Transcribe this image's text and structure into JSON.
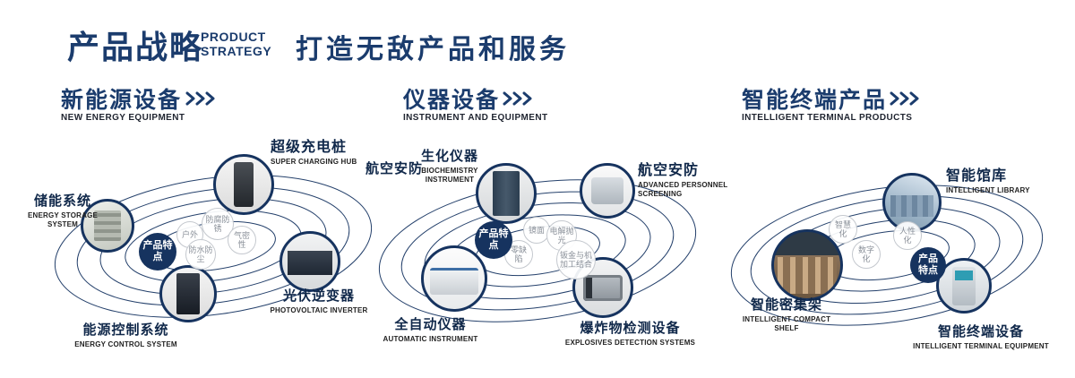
{
  "colors": {
    "brand_navy": "#1b3c6d",
    "badge_navy": "#16335f"
  },
  "header": {
    "title_cn": "产品战略",
    "title_en_line1": "PRODUCT",
    "title_en_line2": "STRATEGY",
    "slogan": "打造无敌产品和服务"
  },
  "sections": [
    {
      "title_cn": "新能源设备",
      "title_en": "NEW ENERGY EQUIPMENT",
      "badge": "产品特点",
      "bubbles": [
        "户外",
        "防腐防锈",
        "气密性",
        "防水防尘"
      ],
      "items": [
        {
          "cn": "储能系统",
          "en": "ENERGY STORAGE SYSTEM"
        },
        {
          "cn": "超级充电桩",
          "en": "SUPER CHARGING HUB"
        },
        {
          "cn": "光伏逆变器",
          "en": "PHOTOVOLTAIC INVERTER"
        },
        {
          "cn": "能源控制系统",
          "en": "ENERGY CONTROL SYSTEM"
        }
      ]
    },
    {
      "title_cn": "仪器设备",
      "title_en": "INSTRUMENT AND EQUIPMENT",
      "badge": "产品特点",
      "side_label": "航空安防",
      "bubbles": [
        "镜面",
        "电解抛光",
        "零缺陷",
        "钣金与机加工结合"
      ],
      "items": [
        {
          "cn": "生化仪器",
          "en": "BIOCHEMISTRY INSTRUMENT"
        },
        {
          "cn": "航空安防",
          "en": "ADVANCED PERSONNEL SCREENING"
        },
        {
          "cn": "全自动仪器",
          "en": "AUTOMATIC INSTRUMENT"
        },
        {
          "cn": "爆炸物检测设备",
          "en": "EXPLOSIVES DETECTION SYSTEMS"
        }
      ]
    },
    {
      "title_cn": "智能终端产品",
      "title_en": "INTELLIGENT TERMINAL PRODUCTS",
      "badge": "产品特点",
      "bubbles": [
        "智慧化",
        "人性化",
        "数字化"
      ],
      "items": [
        {
          "cn": "智能馆库",
          "en": "INTELLIGENT LIBRARY"
        },
        {
          "cn": "智能密集架",
          "en": "INTELLIGENT COMPACT SHELF"
        },
        {
          "cn": "智能终端设备",
          "en": "INTELLIGENT TERMINAL EQUIPMENT"
        }
      ]
    }
  ]
}
